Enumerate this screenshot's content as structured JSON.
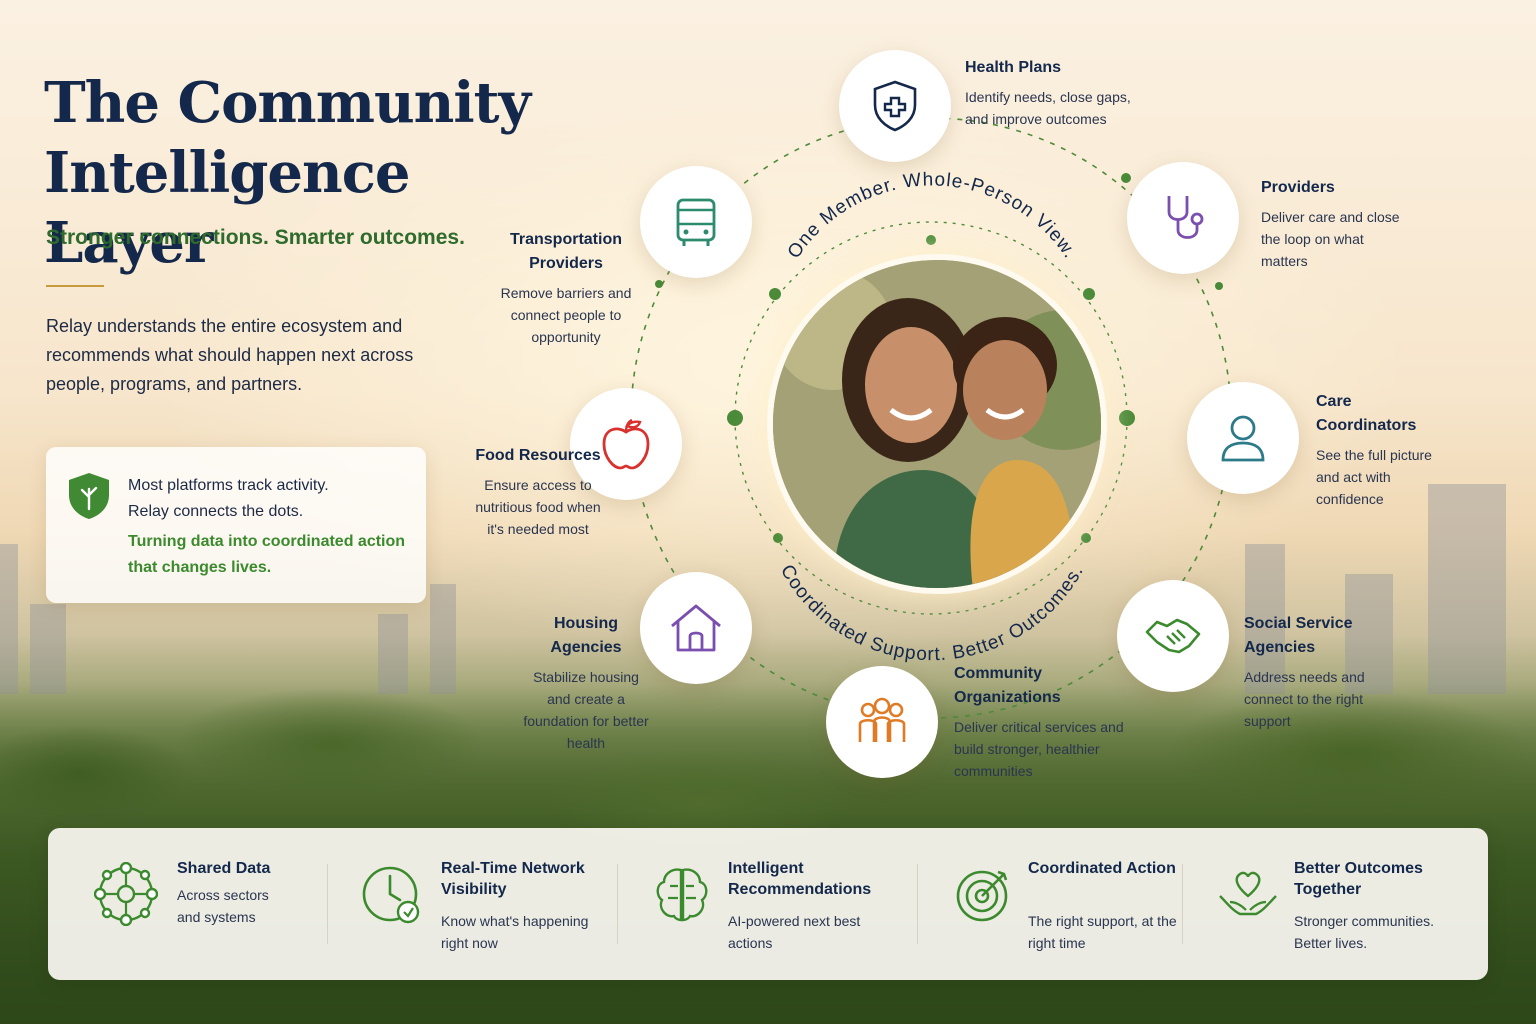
{
  "title_lines": [
    "The Community",
    "Intelligence Layer"
  ],
  "tagline": "Stronger connections. Smarter outcomes.",
  "intro": "Relay understands the entire ecosystem and recommends what should happen next across people, programs, and partners.",
  "callout": {
    "line1": "Most platforms track activity.",
    "line2": "Relay connects the dots.",
    "line3": "Turning data into coordinated action",
    "line4": "that changes lives."
  },
  "hub": {
    "arc_top": "One Member. Whole-Person View.",
    "arc_bottom": "Coordinated Support. Better Outcomes."
  },
  "nodes": [
    {
      "key": "health",
      "icon": "shield-plus-icon",
      "title": "Health Plans",
      "desc": "Identify needs, close gaps, and improve outcomes"
    },
    {
      "key": "providers",
      "icon": "stethoscope-icon",
      "title": "Providers",
      "desc": "Deliver care and close the loop on what matters"
    },
    {
      "key": "care",
      "icon": "person-icon",
      "title": "Care Coordinators",
      "desc": "See the full picture and act with confidence"
    },
    {
      "key": "social",
      "icon": "handshake-icon",
      "title": "Social Service Agencies",
      "desc": "Address needs and connect to the right support"
    },
    {
      "key": "community",
      "icon": "people-icon",
      "title": "Community Organizations",
      "desc": "Deliver critical services and build stronger, healthier communities"
    },
    {
      "key": "housing",
      "icon": "house-icon",
      "title": "Housing Agencies",
      "desc": "Stabilize housing and create a foundation for better health"
    },
    {
      "key": "food",
      "icon": "apple-icon",
      "title": "Food Resources",
      "desc": "Ensure access to nutritious food when it's needed most"
    },
    {
      "key": "transport",
      "icon": "bus-icon",
      "title": "Transportation Providers",
      "desc": "Remove barriers and connect people to opportunity"
    }
  ],
  "features": [
    {
      "icon": "network-icon",
      "title": "Shared Data",
      "desc": "Across sectors and systems"
    },
    {
      "icon": "clock-icon",
      "title": "Real-Time Network Visibility",
      "desc": "Know what's happening right now"
    },
    {
      "icon": "brain-icon",
      "title": "Intelligent Recommendations",
      "desc": "AI-powered next best actions"
    },
    {
      "icon": "target-icon",
      "title": "Coordinated Action",
      "desc": "The right support, at the right time"
    },
    {
      "icon": "heart-hands-icon",
      "title": "Better Outcomes Together",
      "desc": "Stronger communities. Better lives."
    }
  ],
  "colors": {
    "navy": "#14284b",
    "green": "#3c8a2e",
    "accent_gold": "#c99a3b",
    "purple": "#7a4fb0",
    "teal": "#2c7a8a",
    "orange": "#e07b25",
    "red": "#d8312e"
  }
}
